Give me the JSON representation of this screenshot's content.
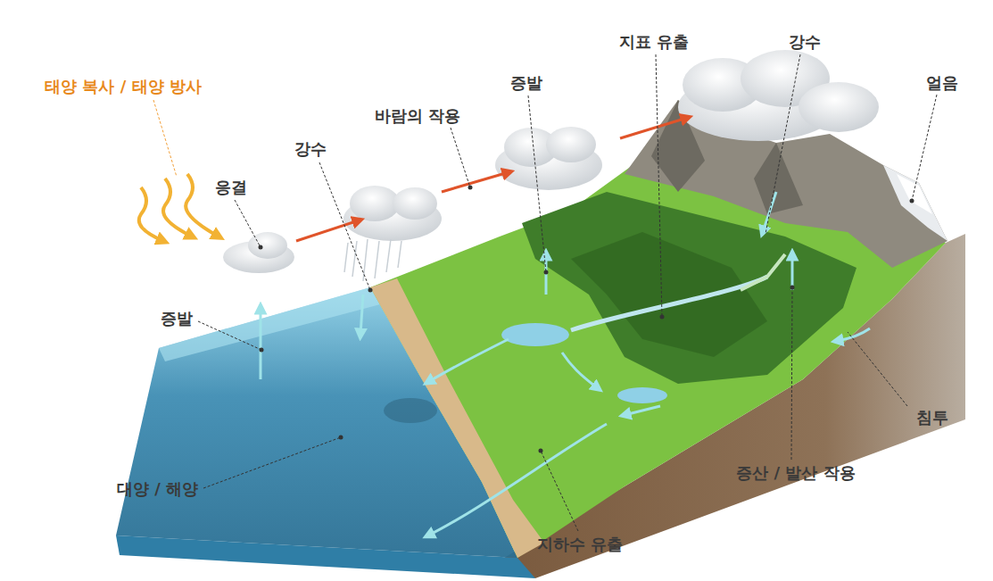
{
  "diagram": {
    "labels": [
      "태양 복사 / 태양 방사",
      "응결",
      "강수",
      "바람의 작용",
      "증발",
      "지표 유출",
      "강수",
      "얼음",
      "증발",
      "침투",
      "대양 / 해양",
      "지하수 유출",
      "증산 / 발산 작용"
    ]
  }
}
